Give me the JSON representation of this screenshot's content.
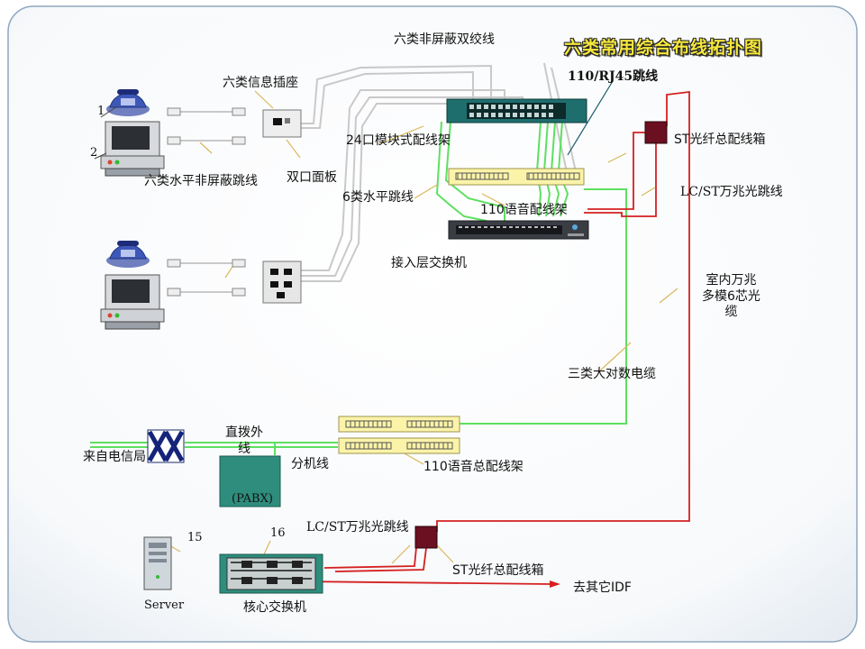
{
  "title": "六类常用综合布线拓扑图",
  "labels": {
    "cat6_utp": "六类非屏蔽双绞线",
    "rj45_jumper": "110/RJ45跳线",
    "info_outlet": "六类信息插座",
    "num1": "1",
    "num2": "2",
    "patch_panel_24": "24口模块式配线架",
    "st_fiber_box_top": "ST光纤总配线箱",
    "horiz_patch_cord": "六类水平非屏蔽跳线",
    "dual_faceplate": "双口面板",
    "cat6_horiz_jumper": "6类水平跳线",
    "lcst_jumper_top": "LC/ST万兆光跳线",
    "voice_patch_110": "110语音配线架",
    "access_switch": "接入层交换机",
    "indoor_fiber": "室内万兆\n多模6芯光\n缆",
    "cat3_cable": "三类大对数电缆",
    "direct_outside_l1": "直拨外",
    "direct_outside_l2": "线",
    "from_telecom": "来自电信局",
    "extension_line": "分机线",
    "voice_main_110": "110语音总配线架",
    "pabx": "(PABX)",
    "lcst_jumper_bottom": "LC/ST万兆光跳线",
    "num15": "15",
    "num16": "16",
    "st_fiber_box_bottom": "ST光纤总配线箱",
    "server": "Server",
    "core_switch": "核心交换机",
    "to_other_idf": "去其它IDF"
  },
  "colors": {
    "slide_border": "#8fa7bf",
    "green_cable": "#5ee060",
    "red_fiber": "#d42020",
    "grey_cable": "#c8c8c8",
    "teal_device": "#2e8d7c",
    "patch_yellow": "#fbf3a8",
    "fiber_box": "#6a1020",
    "callout": "#d9b85a",
    "title_yellow": "#f5e73c"
  },
  "icons": [
    "phone-icon",
    "pc-icon",
    "server-icon",
    "crossconnect-icon"
  ]
}
